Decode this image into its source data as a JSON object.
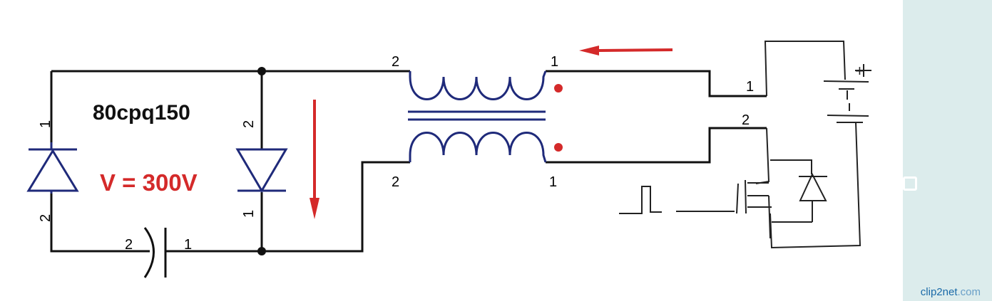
{
  "labels": {
    "part_number": "80cpq150",
    "voltage": "V = 300V"
  },
  "pins": {
    "left_diode_top": "1",
    "left_diode_bottom": "2",
    "center_diode_top": "2",
    "center_diode_bottom": "1",
    "capacitor_left": "2",
    "capacitor_right": "1",
    "transformer_top_left": "2",
    "transformer_top_right": "1",
    "transformer_bottom_left": "2",
    "transformer_bottom_right": "1",
    "connector_top": "1",
    "connector_bottom": "2"
  },
  "battery_plus": "+",
  "watermark": {
    "brand": "clip2net",
    "suffix": ".com"
  },
  "colors": {
    "wire": "#111111",
    "coil": "#1f2a7a",
    "diode": "#1f2a7a",
    "accent_red": "#d42a2a",
    "pen": "#222222"
  },
  "icons": [
    "diode-icon",
    "capacitor-icon",
    "transformer-icon",
    "battery-icon",
    "mosfet-icon",
    "arrow-icon",
    "junction-dot-icon"
  ]
}
